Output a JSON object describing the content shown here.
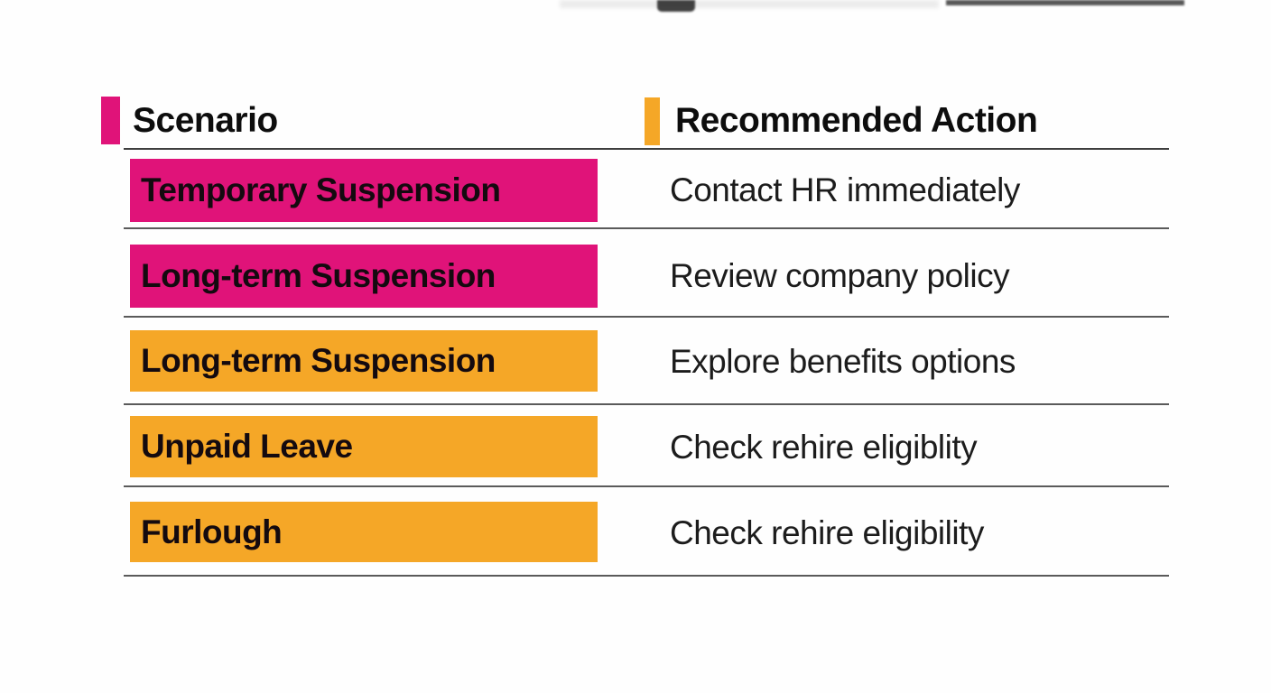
{
  "page": {
    "background_color": "#fefefe"
  },
  "table": {
    "column_headers": [
      {
        "label": "Scenario",
        "accent_color": "#E01379"
      },
      {
        "label": "Recommended Action",
        "accent_color": "#F5A727"
      }
    ],
    "rows": [
      {
        "scenario": "Temporary Suspension",
        "scenario_bg": "#E01379",
        "action": "Contact HR immediately"
      },
      {
        "scenario": "Long-term Suspension",
        "scenario_bg": "#E01379",
        "action": "Review company policy"
      },
      {
        "scenario": "Long-term Suspension",
        "scenario_bg": "#F5A727",
        "action": "Explore benefits options"
      },
      {
        "scenario": "Unpaid Leave",
        "scenario_bg": "#F5A727",
        "action": "Check rehire eligiblity"
      },
      {
        "scenario": "Furlough",
        "scenario_bg": "#F5A727",
        "action": "Check rehire eligibility"
      }
    ]
  },
  "chart_data": {
    "type": "table",
    "title": "",
    "columns": [
      "Scenario",
      "Recommended Action"
    ],
    "rows": [
      [
        "Temporary Suspension",
        "Contact HR immediately"
      ],
      [
        "Long-term Suspension",
        "Review company policy"
      ],
      [
        "Long-term Suspension",
        "Explore benefits options"
      ],
      [
        "Unpaid Leave",
        "Check rehire eligiblity"
      ],
      [
        "Furlough",
        "Check rehire eligibility"
      ]
    ],
    "header_accent_colors": [
      "#E01379",
      "#F5A727"
    ],
    "row_highlight_colors": [
      "#E01379",
      "#E01379",
      "#F5A727",
      "#F5A727",
      "#F5A727"
    ],
    "layout": "two-column comparison table, colored swatch bars on scenario column, thin gray horizontal dividers"
  }
}
